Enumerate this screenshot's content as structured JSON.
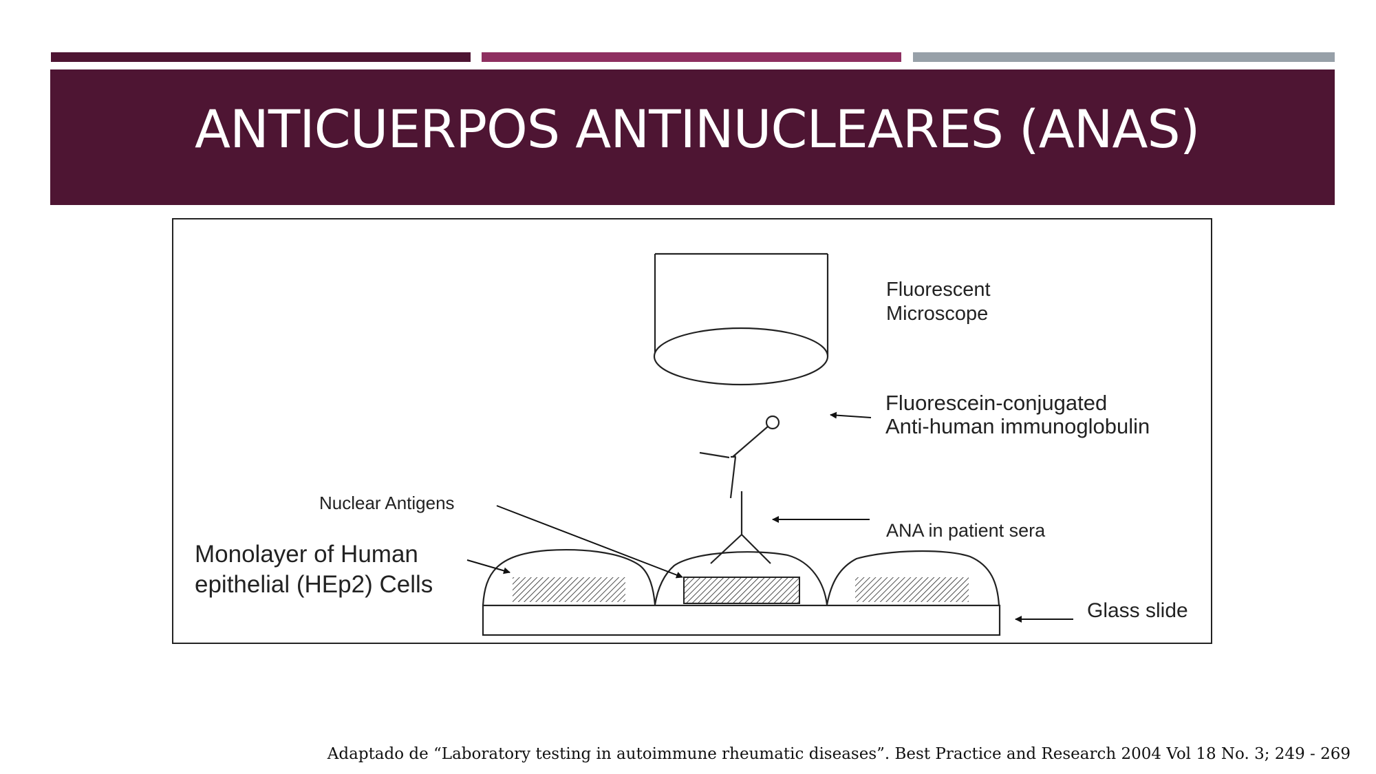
{
  "colors": {
    "title_band": "#4e1533",
    "bar_dark": "#4e1533",
    "bar_magenta": "#8e2f60",
    "bar_gray": "#97a0a8"
  },
  "slide": {
    "title": "ANTICUERPOS ANTINUCLEARES (ANAS)"
  },
  "figure": {
    "labels": {
      "microscope_line1": "Fluorescent",
      "microscope_line2": "Microscope",
      "conjugate_line1": "Fluorescein-conjugated",
      "conjugate_line2": "Anti-human immunoglobulin",
      "nuclear_antigens": "Nuclear Antigens",
      "ana": "ANA in patient sera",
      "monolayer_line1": "Monolayer  of  Human",
      "monolayer_line2": "epithelial (HEp2) Cells",
      "glass_slide": "Glass slide"
    },
    "icons": [
      "microscope-objective-icon",
      "antibody-icon",
      "fluorescein-conjugate-icon",
      "hep2-cell-icon",
      "glass-slide-icon"
    ]
  },
  "citation": "Adaptado de “Laboratory testing in autoimmune rheumatic diseases”. Best Practice and Research 2004 Vol 18 No. 3; 249 - 269"
}
